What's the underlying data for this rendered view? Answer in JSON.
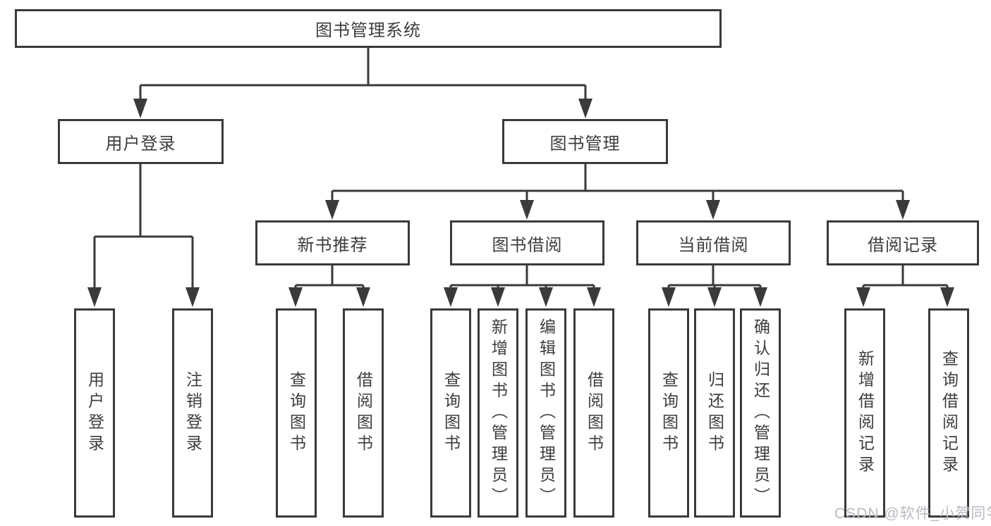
{
  "diagram_type": "functional-structure-tree",
  "colors": {
    "line": "#3a3a3a",
    "box_border": "#3a3a3a",
    "text": "#3d3d3d",
    "watermark": "#b8bcc1",
    "background": "#ffffff"
  },
  "tree": {
    "label": "图书管理系统",
    "children": [
      {
        "label": "用户登录",
        "children": [
          {
            "label": "用户登录"
          },
          {
            "label": "注销登录"
          }
        ]
      },
      {
        "label": "图书管理",
        "children": [
          {
            "label": "新书推荐",
            "children": [
              {
                "label": "查询图书"
              },
              {
                "label": "借阅图书"
              }
            ]
          },
          {
            "label": "图书借阅",
            "children": [
              {
                "label": "查询图书"
              },
              {
                "label": "新增图书（管理员）"
              },
              {
                "label": "编辑图书（管理员）"
              },
              {
                "label": "借阅图书"
              }
            ]
          },
          {
            "label": "当前借阅",
            "children": [
              {
                "label": "查询图书"
              },
              {
                "label": "归还图书"
              },
              {
                "label": "确认归还（管理员）"
              }
            ]
          },
          {
            "label": "借阅记录",
            "children": [
              {
                "label": "新增借阅记录"
              },
              {
                "label": "查询借阅记录"
              }
            ]
          }
        ]
      }
    ]
  },
  "watermark": "CSDN @软件_小贺同学"
}
